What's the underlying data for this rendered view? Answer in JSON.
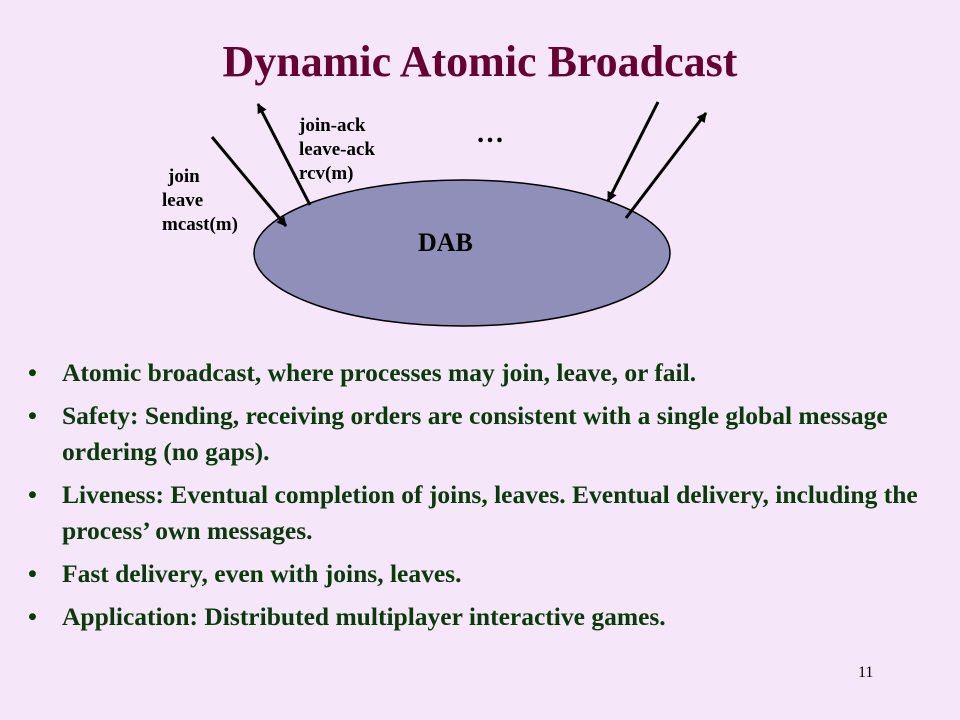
{
  "slide": {
    "title": "Dynamic Atomic Broadcast",
    "page_number": "11"
  },
  "diagram": {
    "node_label": "DAB",
    "ellipsis": "…",
    "input_labels": [
      "join",
      "leave",
      "mcast(m)"
    ],
    "output_labels": [
      "join-ack",
      "leave-ack",
      "rcv(m)"
    ],
    "colors": {
      "ellipse_fill": "#8f8fba",
      "ellipse_stroke": "#000000",
      "arrow": "#000000"
    }
  },
  "bullets": [
    "Atomic broadcast, where processes may join, leave, or fail.",
    "Safety:  Sending, receiving orders are consistent with a single global message ordering (no gaps).",
    "Liveness:  Eventual completion of joins, leaves.  Eventual delivery, including the process’ own messages.",
    "Fast delivery, even with joins, leaves.",
    "Application:  Distributed multiplayer interactive games."
  ],
  "colors": {
    "background": "#f5e6fa",
    "title": "#660033",
    "bullet_text": "#0a3a0a"
  }
}
